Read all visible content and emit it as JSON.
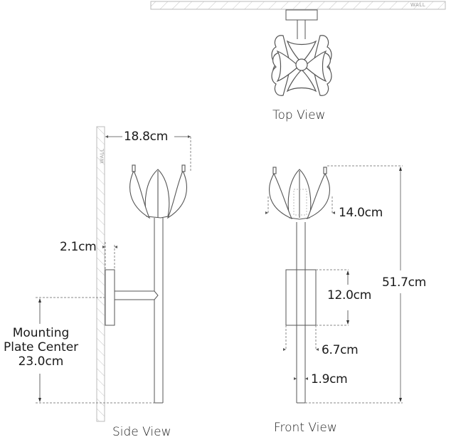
{
  "diagram": {
    "colors": {
      "line": "#555555",
      "dim_line": "#777777",
      "hatch": "#bbbbbb",
      "text": "#1a1a1a"
    },
    "views": {
      "top": {
        "label": "Top View",
        "wall_tag": "WALL"
      },
      "side": {
        "label": "Side View",
        "wall_tag": "WALL"
      },
      "front": {
        "label": "Front View"
      }
    },
    "dimensions": {
      "extension": "18.8cm",
      "plate_depth": "2.1cm",
      "mounting_label_1": "Mounting",
      "mounting_label_2": "Plate Center",
      "mounting_value": "23.0cm",
      "shade_width": "14.0cm",
      "overall_height": "51.7cm",
      "plate_height": "12.0cm",
      "plate_width": "6.7cm",
      "stem_width": "1.9cm"
    }
  }
}
